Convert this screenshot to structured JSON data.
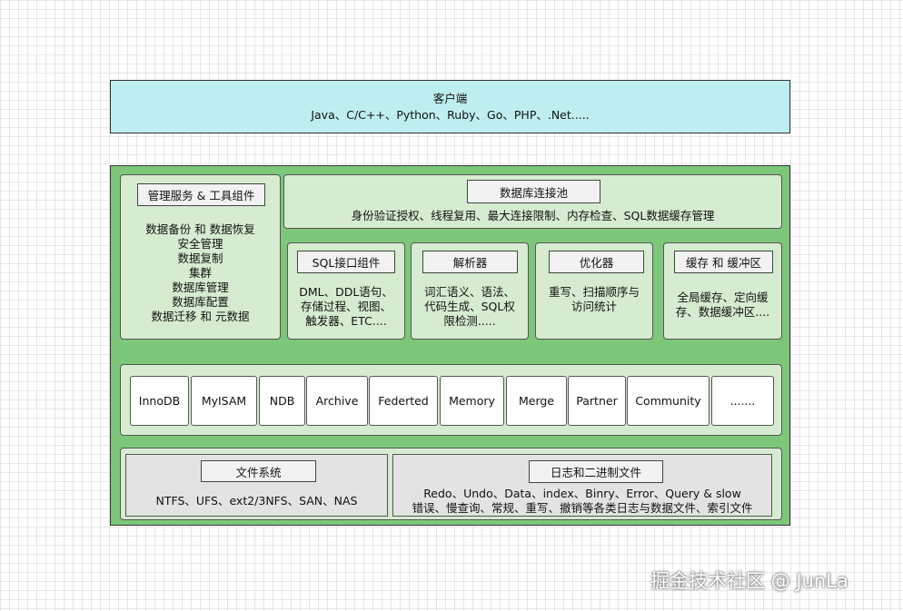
{
  "client": {
    "title": "客户端",
    "languages": "Java、C/C++、Python、Ruby、Go、PHP、.Net....."
  },
  "mgmt": {
    "title": "管理服务 & 工具组件",
    "lines": [
      "数据备份 和 数据恢复",
      "安全管理",
      "数据复制",
      "集群",
      "数据库管理",
      "数据库配置",
      "数据迁移 和 元数据"
    ]
  },
  "pool": {
    "title": "数据库连接池",
    "desc": "身份验证授权、线程复用、最大连接限制、内存检查、SQL数据缓存管理"
  },
  "sql_api": {
    "title": "SQL接口组件",
    "lines": [
      "DML、DDL语句、",
      "存储过程、视图、",
      "触发器、ETC...."
    ]
  },
  "parser": {
    "title": "解析器",
    "lines": [
      "词汇语义、语法、",
      "代码生成、SQL权",
      "限检测....."
    ]
  },
  "optimizer": {
    "title": "优化器",
    "lines": [
      "重写、扫描顺序与",
      "访问统计"
    ]
  },
  "cache": {
    "title": "缓存 和 缓冲区",
    "lines": [
      "全局缓存、定向缓",
      "存、数据缓冲区...."
    ]
  },
  "engines": [
    "InnoDB",
    "MyISAM",
    "NDB",
    "Archive",
    "Federted",
    "Memory",
    "Merge",
    "Partner",
    "Community",
    "......."
  ],
  "fs": {
    "title": "文件系统",
    "desc": "NTFS、UFS、ext2/3NFS、SAN、NAS"
  },
  "logs": {
    "title": "日志和二进制文件",
    "line1": "Redo、Undo、Data、index、Binry、Error、Query & slow",
    "line2": "错误、慢查询、常规、重写、撤销等各类日志与数据文件、索引文件"
  },
  "watermark": "掘金技术社区 @ JunLa"
}
